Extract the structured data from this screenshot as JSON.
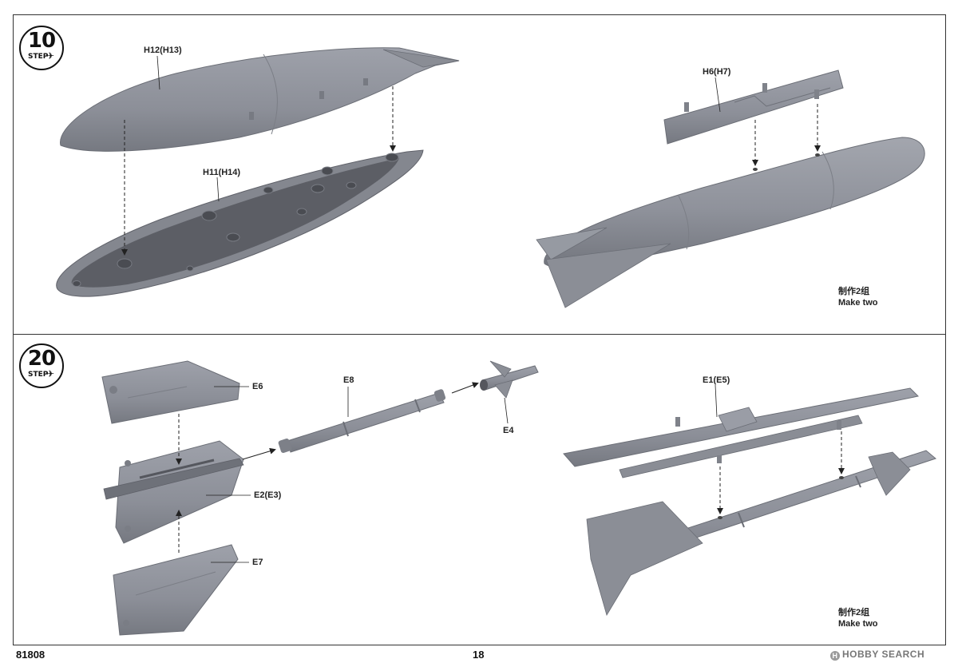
{
  "steps": [
    {
      "number": "10",
      "label": "STEP"
    },
    {
      "number": "20",
      "label": "STEP"
    }
  ],
  "step10": {
    "parts": {
      "h12": "H12(H13)",
      "h11": "H11(H14)",
      "h6": "H6(H7)"
    },
    "note": {
      "chinese": "制作2组",
      "english": "Make two"
    }
  },
  "step20": {
    "parts": {
      "e6": "E6",
      "e2": "E2(E3)",
      "e7": "E7",
      "e8": "E8",
      "e4": "E4",
      "e1": "E1(E5)"
    },
    "note": {
      "chinese": "制作2组",
      "english": "Make two"
    }
  },
  "footer": {
    "code": "81808",
    "page": "18",
    "watermark": "HOBBY SEARCH",
    "watermark_icon": "H"
  },
  "colors": {
    "part_gray": "#8f929b",
    "part_dark": "#6f727b",
    "part_inner": "#55575e"
  }
}
